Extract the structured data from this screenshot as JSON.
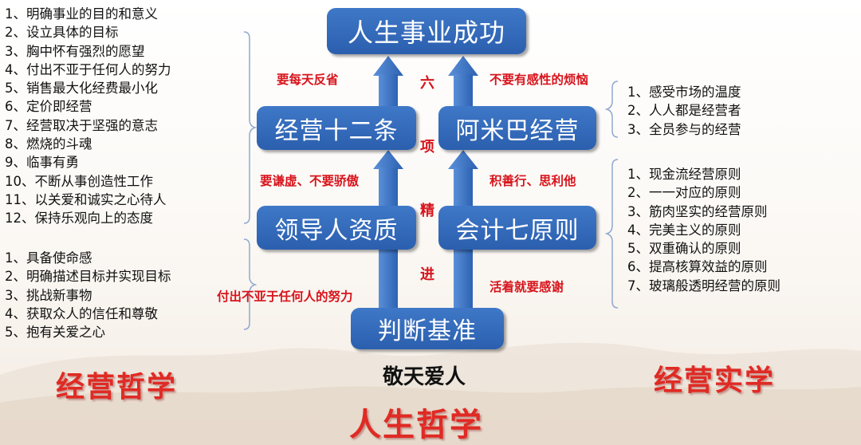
{
  "top_box": "人生事业成功",
  "mid_left_box": "经营十二条",
  "mid_right_box": "阿米巴经营",
  "low_left_box": "领导人资质",
  "low_right_box": "会计七原则",
  "bottom_box": "判断基准",
  "vertical_chars": [
    "六",
    "项",
    "精",
    "进"
  ],
  "red_labels": {
    "daily_reflect": "要每天反省",
    "no_emotional_worry": "不要有感性的烦恼",
    "humble": "要谦虚、不要骄傲",
    "good_deeds": "积善行、思利他",
    "effort": "付出不亚于任何人的努力",
    "gratitude": "活着就要感谢"
  },
  "bottom_center_phrase": "敬天爱人",
  "philosophy_left": "经营哲学",
  "philosophy_center": "人生哲学",
  "philosophy_right": "经营实学",
  "list_left_top": [
    "1、明确事业的目的和意义",
    "2、设立具体的目标",
    "3、胸中怀有强烈的愿望",
    "4、付出不亚于任何人的努力",
    "5、销售最大化经费最小化",
    "6、定价即经营",
    "7、经营取决于坚强的意志",
    "8、燃烧的斗魂",
    "9、临事有勇",
    "10、不断从事创造性工作",
    "11、以关爱和诚实之心待人",
    "12、保持乐观向上的态度"
  ],
  "list_left_bottom": [
    "1、具备使命感",
    "2、明确描述目标并实现目标",
    "3、挑战新事物",
    "4、获取众人的信任和尊敬",
    "5、抱有关爱之心"
  ],
  "list_right_top": [
    "1、感受市场的温度",
    "2、人人都是经营者",
    "3、全员参与的经营"
  ],
  "list_right_bottom": [
    "1、现金流经营原则",
    "2、一一对应的原则",
    "3、筋肉坚实的经营原则",
    "4、完美主义的原则",
    "5、双重确认的原则",
    "6、提高核算效益的原则",
    "7、玻璃般透明经营的原则"
  ],
  "colors": {
    "box_blue": "#2f66b6",
    "arrow_blue": "#3b72c2",
    "accent_red": "#d8141c"
  }
}
